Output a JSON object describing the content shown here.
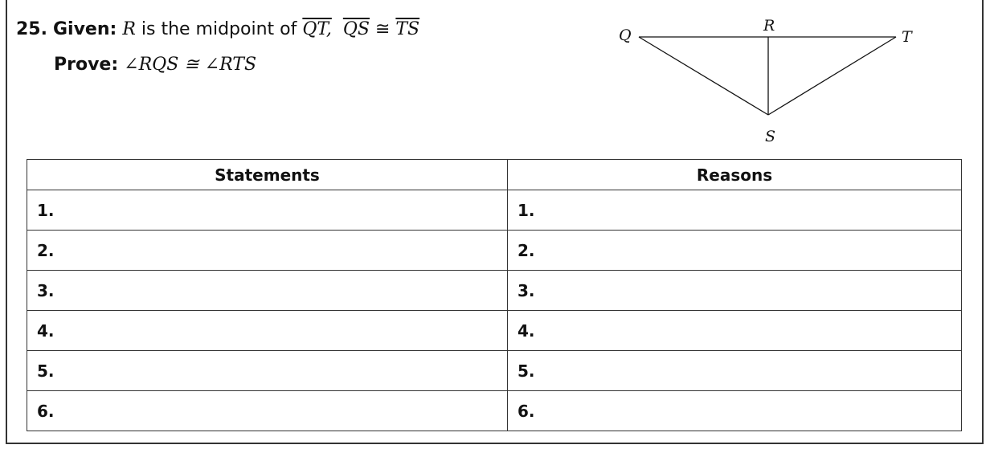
{
  "problem": {
    "number": "25.",
    "given_label": "Given:",
    "given_var": "R",
    "given_text": " is the midpoint of ",
    "seg1": "QT,",
    "seg2": "QS",
    "congruent": " ≅ ",
    "seg3": "TS",
    "prove_label": "Prove:",
    "prove_stmt": "∠RQS ≅ ∠RTS"
  },
  "diagram": {
    "labels": {
      "Q": "Q",
      "R": "R",
      "T": "T",
      "S": "S"
    }
  },
  "table": {
    "headers": {
      "statements": "Statements",
      "reasons": "Reasons"
    },
    "rows": [
      {
        "s": "1.",
        "r": "1."
      },
      {
        "s": "2.",
        "r": "2."
      },
      {
        "s": "3.",
        "r": "3."
      },
      {
        "s": "4.",
        "r": "4."
      },
      {
        "s": "5.",
        "r": "5."
      },
      {
        "s": "6.",
        "r": "6."
      }
    ]
  }
}
